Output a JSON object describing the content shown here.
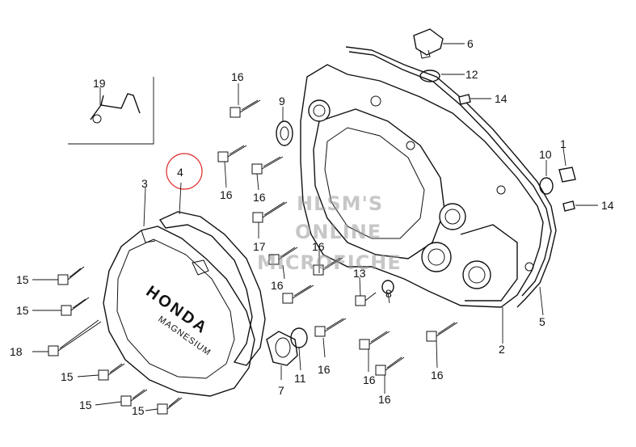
{
  "callouts": {
    "c19": "19",
    "c16a": "16",
    "c9": "9",
    "c16b": "16",
    "c16c": "16",
    "c17": "17",
    "c16d": "16",
    "c16e": "16",
    "c6": "6",
    "c12": "12",
    "c14a": "14",
    "c10": "10",
    "c1": "1",
    "c14b": "14",
    "c3": "3",
    "c4": "4",
    "c15a": "15",
    "c15b": "15",
    "c18": "18",
    "c15c": "15",
    "c15d": "15",
    "c15e": "15",
    "c13": "13",
    "c8": "8",
    "c5": "5",
    "c2": "2",
    "c7": "7",
    "c11": "11",
    "c16f": "16",
    "c16g": "16",
    "c16h": "16",
    "c16i": "16"
  },
  "cover_text": {
    "brand": "HONDA",
    "material": "MAGNESIUM"
  },
  "watermark": {
    "line1": "HLSM'S",
    "line2": "ONLINE",
    "line3": "MICROFICHE"
  },
  "colors": {
    "ink": "#111111",
    "highlight_circle": "#e03030",
    "watermark": "#9a9a9a"
  }
}
